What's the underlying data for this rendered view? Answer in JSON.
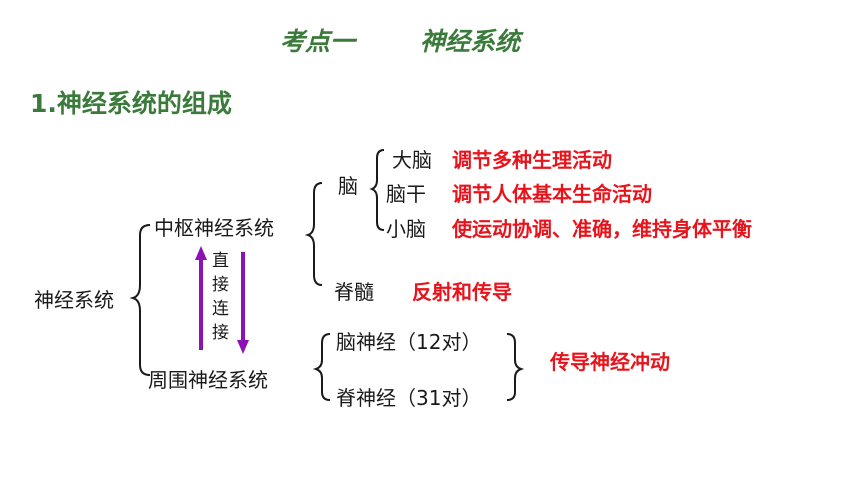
{
  "title": {
    "part1": "考点一",
    "part2": "神经系统"
  },
  "section": {
    "heading": "1.神经系统的组成"
  },
  "tree": {
    "root": "神经系统",
    "cns": "中枢神经系统",
    "pns": "周围神经系统",
    "brain": "脑",
    "cerebrum": "大脑",
    "brainstem": "脑干",
    "cerebellum": "小脑",
    "spinal_cord": "脊髓",
    "cranial_nerves": "脑神经（12对）",
    "spinal_nerves": "脊神经（31对）",
    "link_chars": [
      "直",
      "接",
      "连",
      "接"
    ]
  },
  "functions": {
    "cerebrum": "调节多种生理活动",
    "brainstem": "调节人体基本生命活动",
    "cerebellum": "使运动协调、准确，维持身体平衡",
    "spinal_cord": "反射和传导",
    "pns": "传导神经冲动"
  },
  "colors": {
    "title_green": "#3a7a3a",
    "function_red": "#e8141c",
    "arrow_purple": "#8b12b5"
  }
}
